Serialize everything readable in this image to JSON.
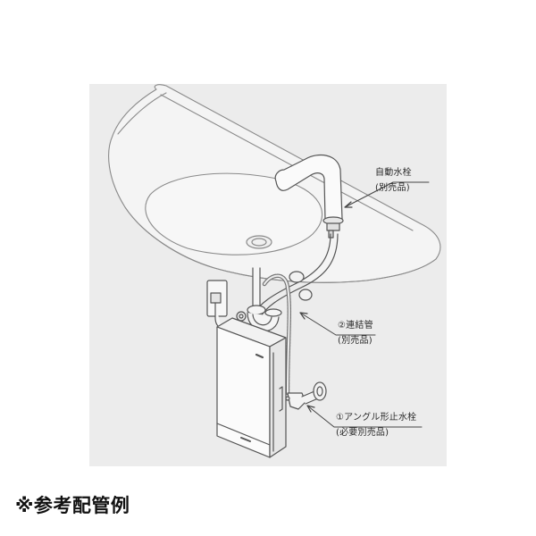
{
  "figure": {
    "panel_color": "#ececec",
    "line_color": "#555555",
    "callouts": [
      {
        "id": "faucet",
        "label": "自動水栓",
        "note": "(別売品)"
      },
      {
        "id": "connecting-pipe",
        "label": "②連結管",
        "note": "(別売品)"
      },
      {
        "id": "angle-stop-valve",
        "label": "①アングル形止水栓",
        "note": "(必要別売品)"
      }
    ],
    "components": [
      "washbasin",
      "drain",
      "automatic-faucet",
      "connecting-pipe",
      "flexible-hose",
      "water-heater-unit",
      "power-plug",
      "angle-stop-valve"
    ]
  },
  "caption": {
    "text": "※参考配管例"
  }
}
